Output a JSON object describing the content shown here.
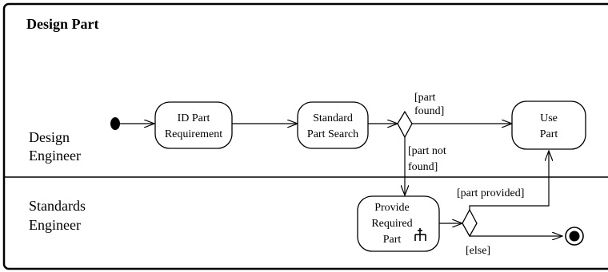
{
  "diagram": {
    "title": "Design Part",
    "lanes": [
      {
        "line1": "Design",
        "line2": "Engineer"
      },
      {
        "line1": "Standards",
        "line2": "Engineer"
      }
    ],
    "actions": {
      "id_part": {
        "line1": "ID Part",
        "line2": "Requirement"
      },
      "standard_search": {
        "line1": "Standard",
        "line2": "Part Search"
      },
      "use_part": {
        "line1": "Use",
        "line2": "Part"
      },
      "provide_part": {
        "line1": "Provide",
        "line2": "Required",
        "line3": "Part"
      }
    },
    "guards": {
      "part_found_1": "[part",
      "part_found_2": "found]",
      "part_not_found_1": "[part not",
      "part_not_found_2": "found]",
      "part_provided": "[part provided]",
      "else": "[else]"
    },
    "colors": {
      "stroke": "#000000",
      "background": "#ffffff"
    }
  }
}
